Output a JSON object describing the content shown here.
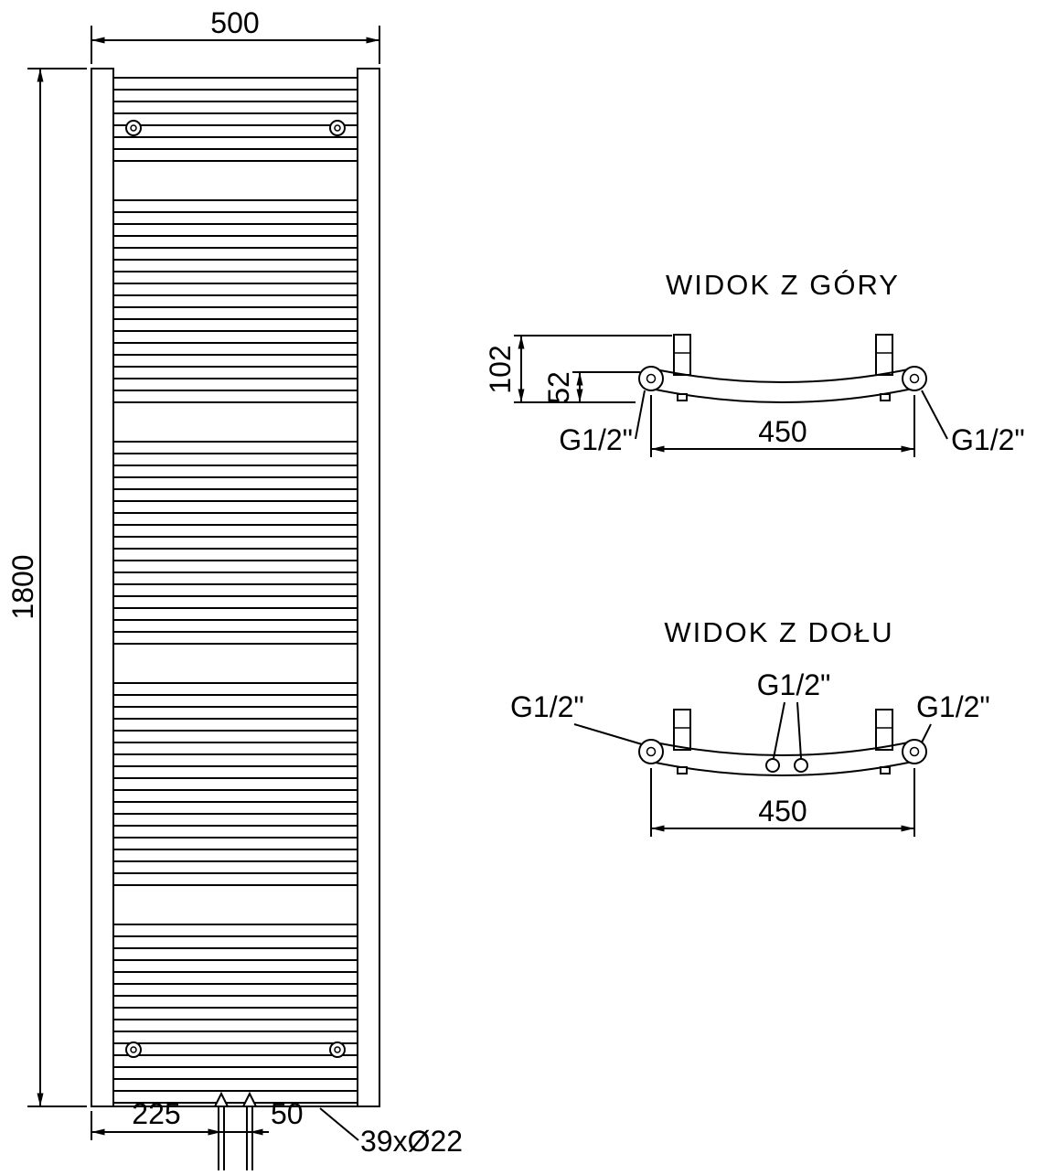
{
  "front_view": {
    "dim_width": "500",
    "dim_height": "1800",
    "dim_left_offset": "225",
    "dim_pipe_spacing": "50",
    "tube_spec": "39xØ22"
  },
  "top_view": {
    "title": "WIDOK Z GÓRY",
    "dim_depth": "102",
    "dim_axis_offset": "52",
    "dim_connection_spacing": "450",
    "conn_left": "G1/2\"",
    "conn_right": "G1/2\""
  },
  "bottom_view": {
    "title": "WIDOK Z DOŁU",
    "conn_left": "G1/2\"",
    "conn_center": "G1/2\"",
    "conn_right": "G1/2\"",
    "dim_connection_spacing": "450"
  }
}
